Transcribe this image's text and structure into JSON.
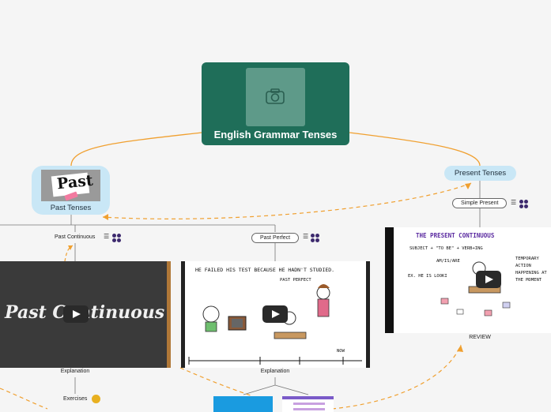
{
  "central": {
    "title": "English Grammar Tenses",
    "image_icon": "camera-icon"
  },
  "main_topics": {
    "past": {
      "label": "Past Tenses",
      "image_text": "Past"
    },
    "present": {
      "label": "Present Tenses"
    }
  },
  "past_subtopics": {
    "past_continuous": {
      "label": "Past Continuous",
      "video_title": "Past Continuous",
      "video_caption": "Explanation",
      "exercises_label": "Exercises"
    },
    "past_perfect": {
      "label": "Past Perfect",
      "video_caption": "Explanation",
      "board_line1": "HE FAILED HIS TEST BECAUSE HE HADN'T STUDIED.",
      "board_tag": "PAST PERFECT",
      "board_now": "NOW"
    }
  },
  "present_subtopics": {
    "simple_present": {
      "label": "Simple Present"
    },
    "present_continuous_video": {
      "board_title": "THE PRESENT CONTINUOUS",
      "board_formula": "SUBJECT + \"TO BE\" + VERB+ING",
      "board_be": "AM/IS/ARE",
      "board_example": "EX. HE IS LOOKI",
      "board_note1": "TEMPORARY",
      "board_note2": "ACTION",
      "board_note3": "HAPPENING AT",
      "board_note4": "THE MOMENT",
      "caption": "REVIEW"
    }
  },
  "colors": {
    "central": "#1f6e59",
    "topic_fill": "#c9e7f6",
    "branch_line": "#f0a030",
    "relation_line": "#f0a030",
    "marker": "#3d2a6e"
  }
}
